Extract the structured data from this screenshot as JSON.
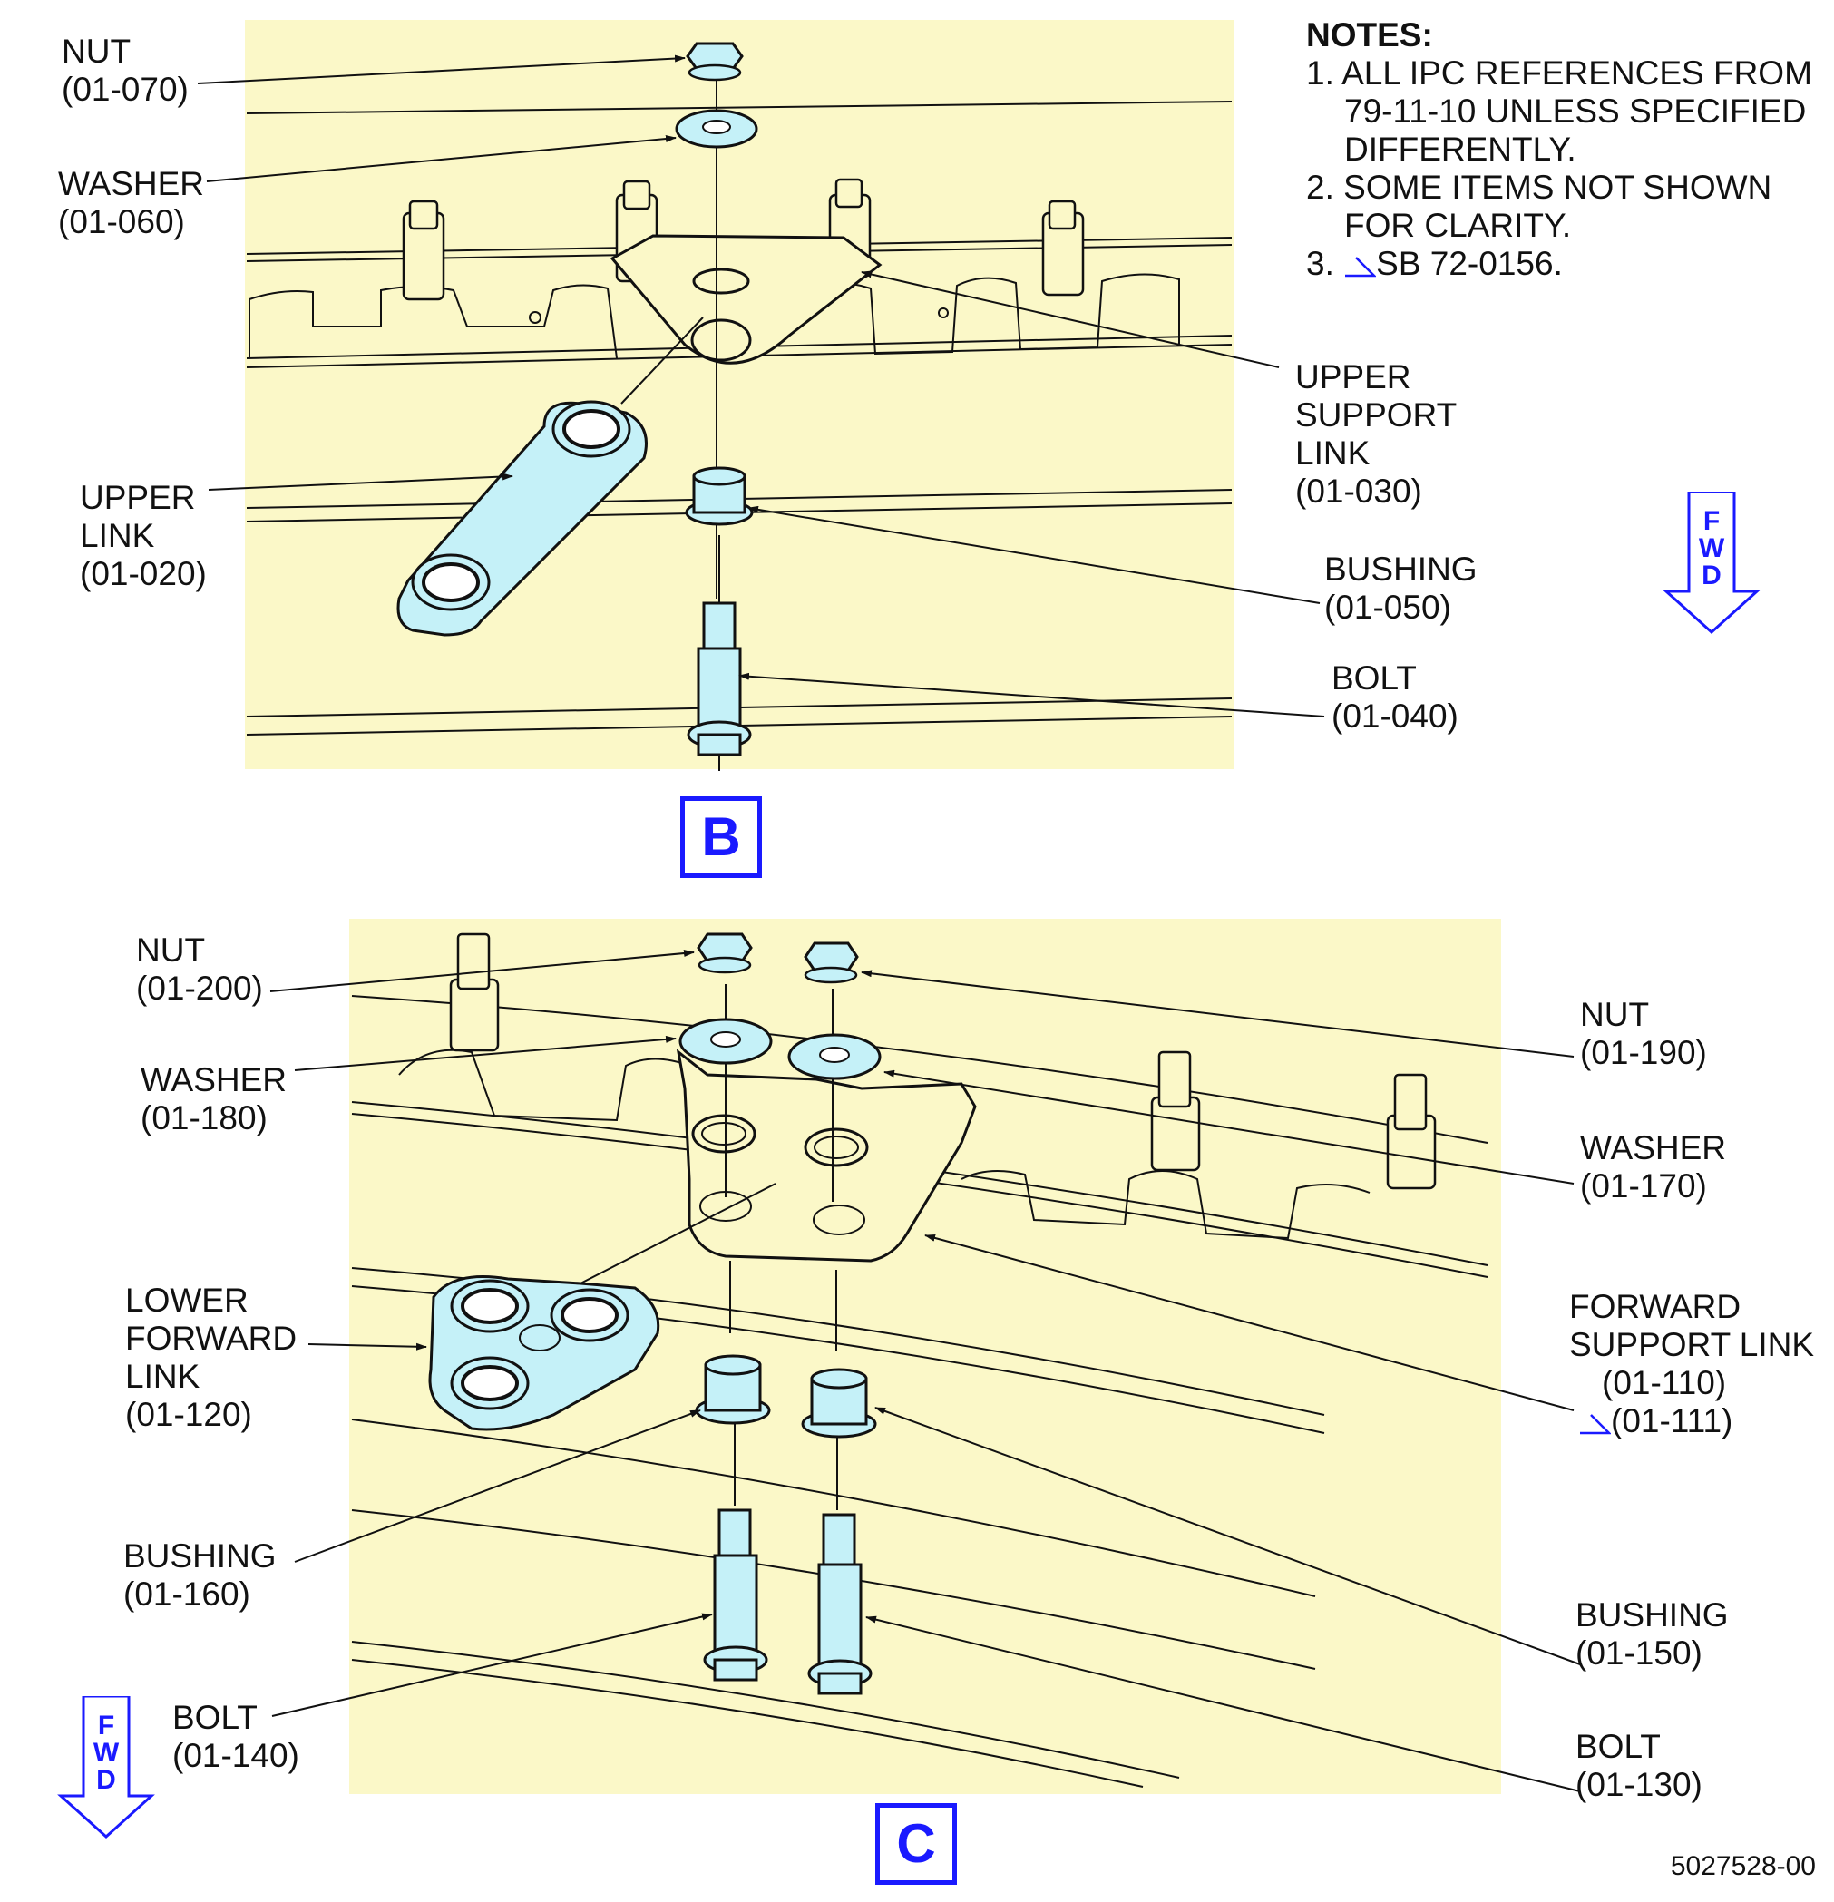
{
  "notes": {
    "heading": "NOTES:",
    "items": [
      {
        "num": "1.",
        "text": "ALL IPC REFERENCES FROM",
        "cont": [
          "79-11-10 UNLESS SPECIFIED",
          "DIFFERENTLY."
        ]
      },
      {
        "num": "2.",
        "text": "SOME ITEMS NOT SHOWN",
        "cont": [
          "FOR CLARITY."
        ]
      },
      {
        "num": "3.",
        "text": "SB 72-0156.",
        "cont": []
      }
    ]
  },
  "view_b": {
    "tag": "B",
    "callouts": {
      "nut": [
        "NUT",
        "(01-070)"
      ],
      "washer": [
        "WASHER",
        "(01-060)"
      ],
      "upper_link": [
        "UPPER",
        "LINK",
        "(01-020)"
      ],
      "upper_support_link": [
        "UPPER",
        "SUPPORT",
        "LINK",
        "(01-030)"
      ],
      "bushing": [
        "BUSHING",
        "(01-050)"
      ],
      "bolt": [
        "BOLT",
        "(01-040)"
      ]
    },
    "fwd": [
      "F",
      "W",
      "D"
    ]
  },
  "view_c": {
    "tag": "C",
    "callouts": {
      "nut_200": [
        "NUT",
        "(01-200)"
      ],
      "washer_180": [
        "WASHER",
        "(01-180)"
      ],
      "lower_forward_link": [
        "LOWER",
        "FORWARD",
        "LINK",
        "(01-120)"
      ],
      "bushing_160": [
        "BUSHING",
        "(01-160)"
      ],
      "bolt_140": [
        "BOLT",
        "(01-140)"
      ],
      "nut_190": [
        "NUT",
        "(01-190)"
      ],
      "washer_170": [
        "WASHER",
        "(01-170)"
      ],
      "forward_support_link": [
        "FORWARD",
        "SUPPORT LINK",
        "(01-110)",
        "(01-111)"
      ],
      "bushing_150": [
        "BUSHING",
        "(01-150)"
      ],
      "bolt_130": [
        "BOLT",
        "(01-130)"
      ]
    },
    "fwd": [
      "F",
      "W",
      "D"
    ]
  },
  "drawing_number": "5027528-00",
  "colors": {
    "panel": "#fbf8c8",
    "part": "#c5f1f8",
    "accent": "#1a1aff",
    "line": "#111111"
  }
}
